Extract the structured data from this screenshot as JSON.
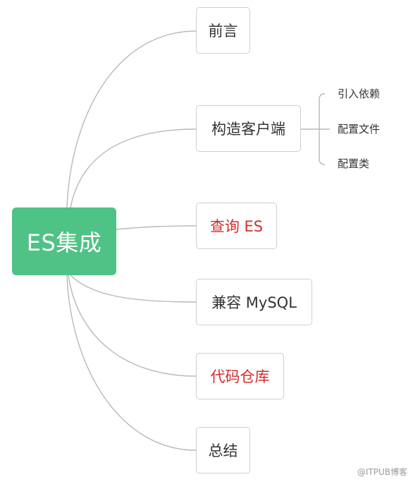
{
  "root": {
    "label": "ES集成"
  },
  "branches": [
    {
      "label": "前言",
      "highlight": false
    },
    {
      "label": "构造客户端",
      "highlight": false,
      "children": [
        "引入依赖",
        "配置文件",
        "配置类"
      ]
    },
    {
      "label": "查询 ES",
      "highlight": true
    },
    {
      "label": "兼容 MySQL",
      "highlight": false
    },
    {
      "label": "代码仓库",
      "highlight": true
    },
    {
      "label": "总结",
      "highlight": false
    }
  ],
  "colors": {
    "root": "#4fc285",
    "highlight_text": "#d32c2c",
    "connector": "#b8b8b8",
    "node_border": "#cfcfcf"
  },
  "watermark": "@ITPUB博客"
}
